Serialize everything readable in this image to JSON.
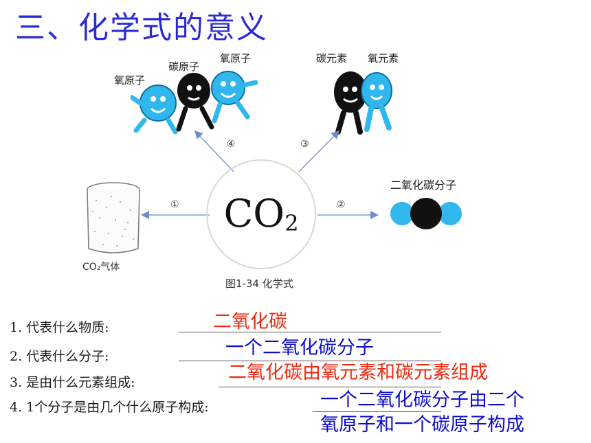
{
  "title": "三、化学式的意义",
  "figure": {
    "formula_main": "CO",
    "formula_sub": "2",
    "label_o_atom_left": "氧原子",
    "label_c_atom": "碳原子",
    "label_o_atom_right": "氧原子",
    "label_c_element": "碳元素",
    "label_o_element": "氧元素",
    "label_molecule": "二氧化碳分子",
    "label_gas": "CO₂气体",
    "arrow_1": "①",
    "arrow_2": "②",
    "arrow_3": "③",
    "arrow_4": "④",
    "caption": "图1-34  化学式"
  },
  "questions": [
    {
      "q": "1. 代表什么物质:",
      "a": "二氧化碳"
    },
    {
      "q": "2. 代表什么分子:",
      "a": "一个二氧化碳分子"
    },
    {
      "q": "3. 是由什么元素组成:",
      "a": "二氧化碳由氧元素和碳元素组成"
    },
    {
      "q": "4. 1个分子是由几个什么原子构成:",
      "a_line1": "一个二氧化碳分子由二个",
      "a_line2": "氧原子和一个碳原子构成"
    }
  ],
  "colors": {
    "title": "#2b2bd6",
    "answer_red": "#ee2a10",
    "answer_blue": "#0c0ccc",
    "atom_o": "#2fb7ee",
    "atom_c": "#111111"
  }
}
